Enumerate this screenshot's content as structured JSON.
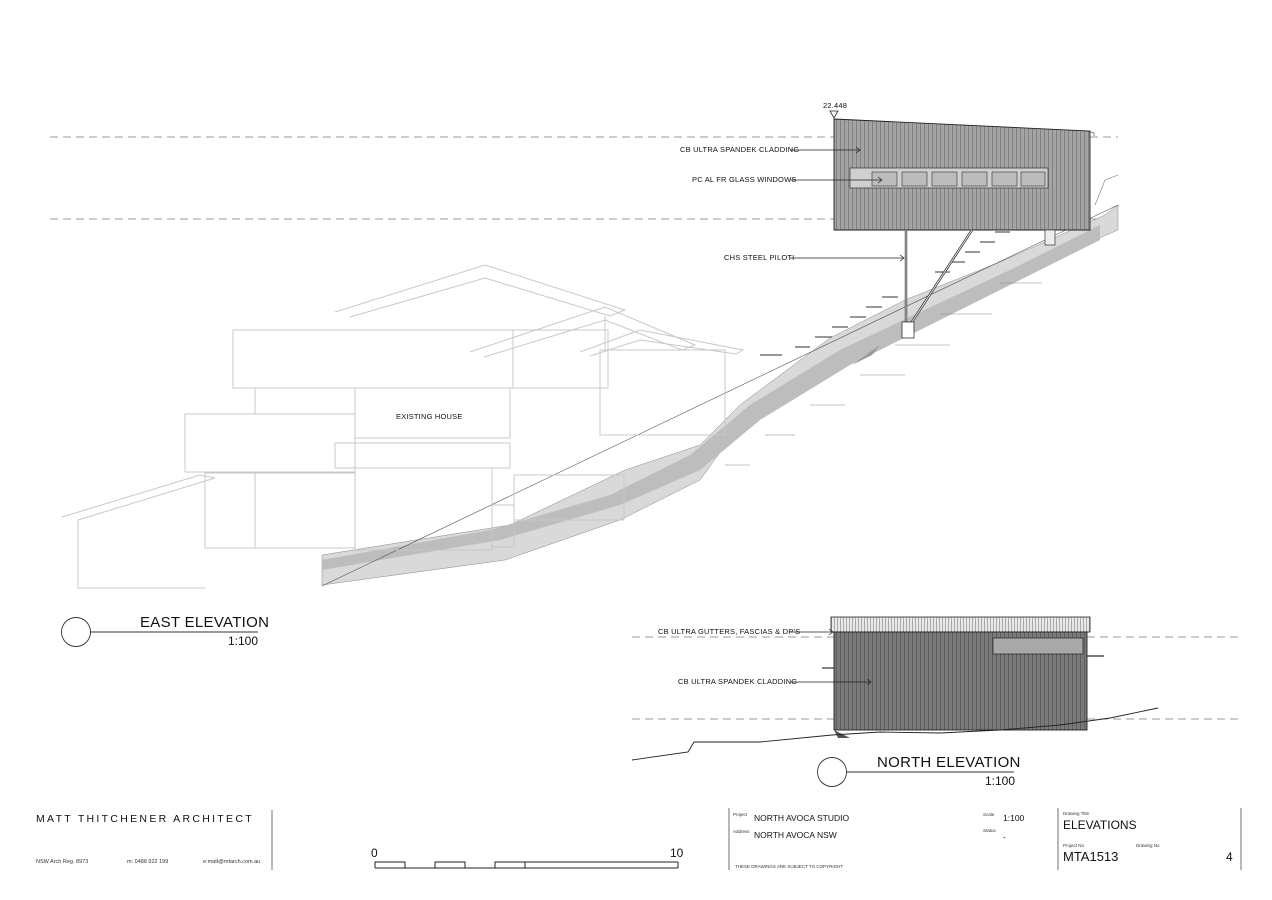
{
  "drawing": {
    "datum_level": "22.448",
    "east": {
      "title": "EAST ELEVATION",
      "scale": "1:100",
      "existing_house_label": "EXISTING HOUSE",
      "callouts": [
        "CB ULTRA SPANDEK CLADDING",
        "PC AL FR GLASS WINDOWS",
        "CHS STEEL PILOTI"
      ]
    },
    "north": {
      "title": "NORTH ELEVATION",
      "scale": "1:100",
      "callouts": [
        "CB ULTRA GUTTERS, FASCIAS & DP'S",
        "CB ULTRA SPANDEK CLADDING"
      ]
    },
    "scale_bar": {
      "start": "0",
      "end": "10"
    }
  },
  "title_block": {
    "firm": "MATT THITCHENER ARCHITECT",
    "reg": "NSW Arch Reg. 8973",
    "mobile": "m: 0488 922 199",
    "email": "e:matt@mtarch.com.au",
    "project_label": "Project",
    "project": "NORTH AVOCA STUDIO",
    "address_label": "Address",
    "address": "NORTH AVOCA NSW",
    "copyright": "THESE DRAWINGS ARE SUBJECT TO COPYRIGHT",
    "scale_label": "Scale",
    "scale": "1:100",
    "status_label": "Status",
    "status": "-",
    "drawing_title_label": "Drawing Title",
    "drawing_title": "ELEVATIONS",
    "project_no_label": "Project No",
    "project_no": "MTA1513",
    "drawing_no_label": "Drawing No",
    "drawing_no": "4"
  },
  "colors": {
    "cladding": "#9a9a9a",
    "cladding_dark": "#6f6f6f",
    "ground": "#d4d4d4",
    "house_line": "#c8c8c8"
  }
}
